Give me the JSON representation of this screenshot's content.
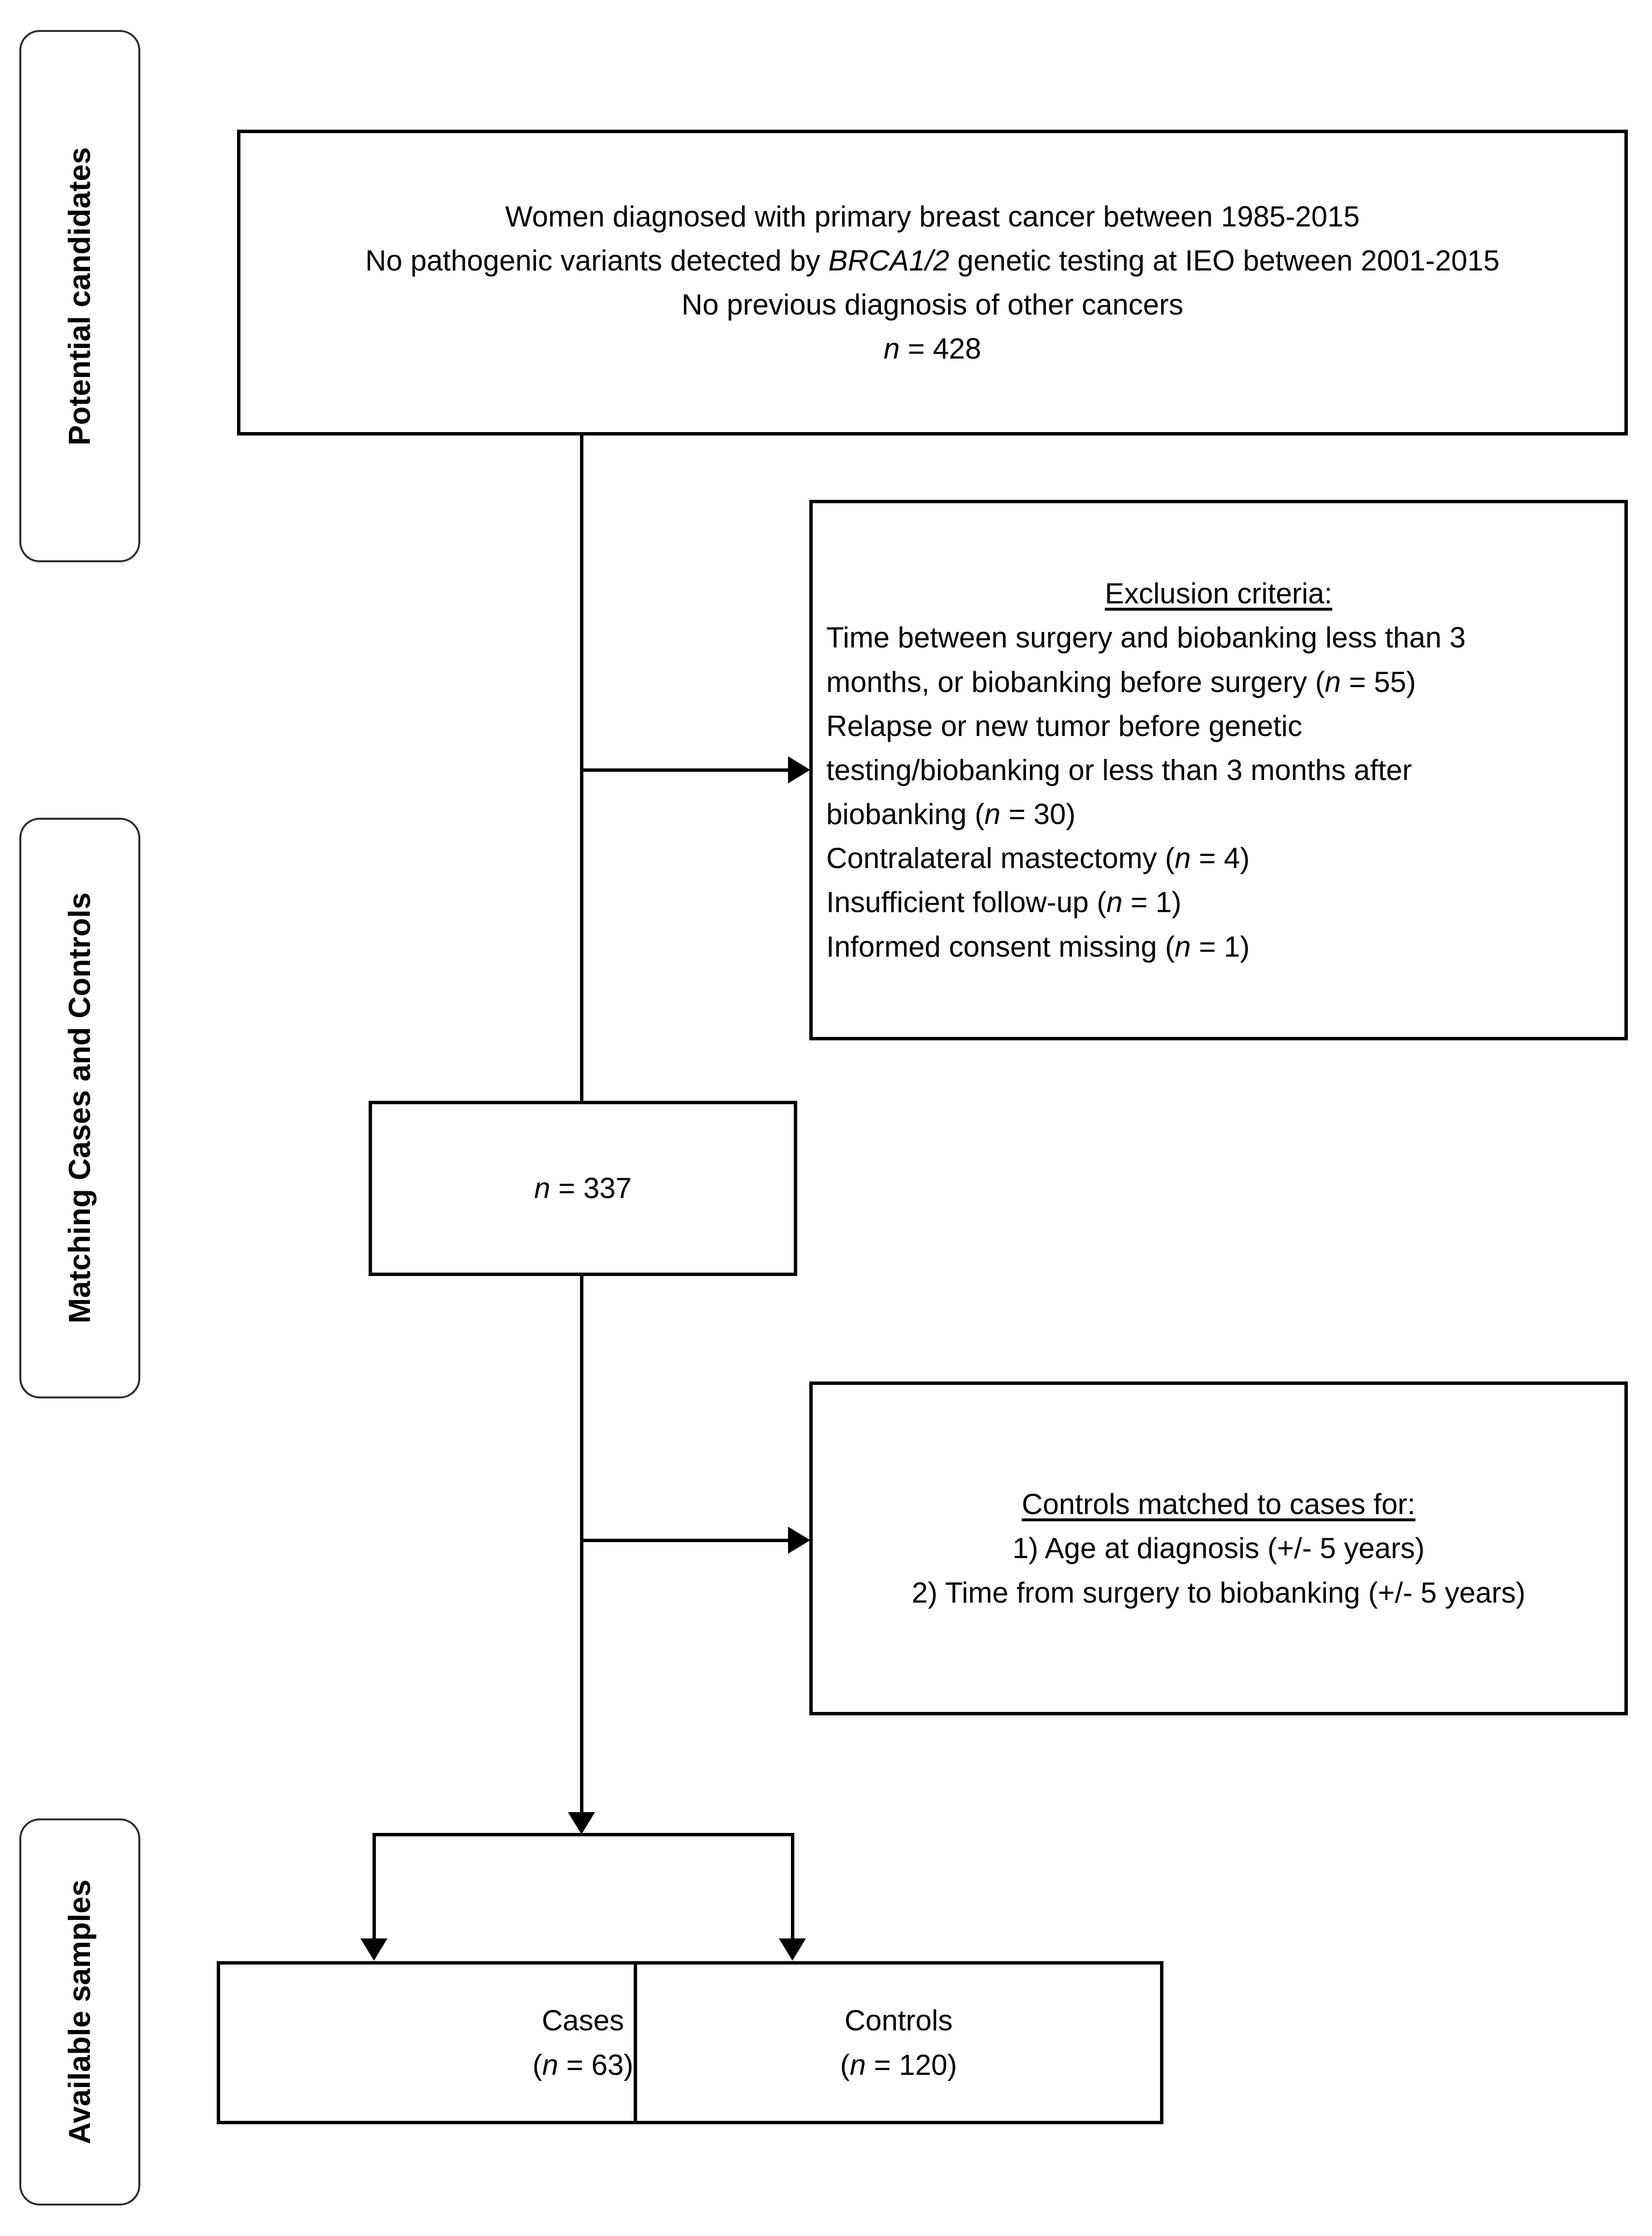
{
  "figure": {
    "type": "study-flow-diagram",
    "title": "Study participant selection flowchart"
  },
  "stages": [
    {
      "id": "potential-candidates",
      "label": "Potential candidates"
    },
    {
      "id": "matching-cases-and-controls",
      "label": "Matching Cases and Controls"
    },
    {
      "id": "available-samples",
      "label": "Available samples"
    }
  ],
  "boxes": {
    "eligibility": {
      "lines": [
        "Women diagnosed with primary breast cancer between 1985-2015",
        "No pathogenic variants detected by BRCA1/2 genetic testing at IEO between 2001-2015",
        "No previous diagnosis of other cancers"
      ],
      "line2_pre": "No pathogenic variants detected by ",
      "line2_italic": "BRCA1/2",
      "line2_post": " genetic testing at IEO between 2001-2015",
      "count_var": "n",
      "count_eq": " = 428"
    },
    "exclusion": {
      "heading": "Exclusion criteria:",
      "items": [
        {
          "text_a": "Time between surgery and biobanking less than 3",
          "text_b": "months, or biobanking before surgery (",
          "var": "n",
          "value": " = 55)"
        },
        {
          "text_a": "Relapse or new tumor before genetic",
          "text_b": "testing/biobanking or less than 3 months after",
          "text_c": "biobanking (",
          "var": "n",
          "value": " = 30)"
        },
        {
          "text_a": "Contralateral mastectomy (",
          "var": "n",
          "value": " = 4)"
        },
        {
          "text_a": "Insufficient follow-up (",
          "var": "n",
          "value": " = 1)"
        },
        {
          "text_a": "Informed consent missing (",
          "var": "n",
          "value": " = 1)"
        }
      ]
    },
    "remaining": {
      "count_var": "n",
      "count_eq": " = 337"
    },
    "matching": {
      "heading": "Controls matched to cases for:",
      "items": [
        "1) Age at diagnosis (+/- 5 years)",
        "2) Time from surgery to biobanking (+/- 5 years)"
      ]
    },
    "cases": {
      "label": "Cases",
      "count_open": "(",
      "count_var": "n",
      "count_close": " = 63)"
    },
    "controls": {
      "label": "Controls",
      "count_open": "(",
      "count_var": "n",
      "count_close": " = 120)"
    }
  },
  "colors": {
    "stroke": "#000000",
    "stage_stroke": "#2b2b2b",
    "background": "#ffffff",
    "text": "#000000"
  }
}
